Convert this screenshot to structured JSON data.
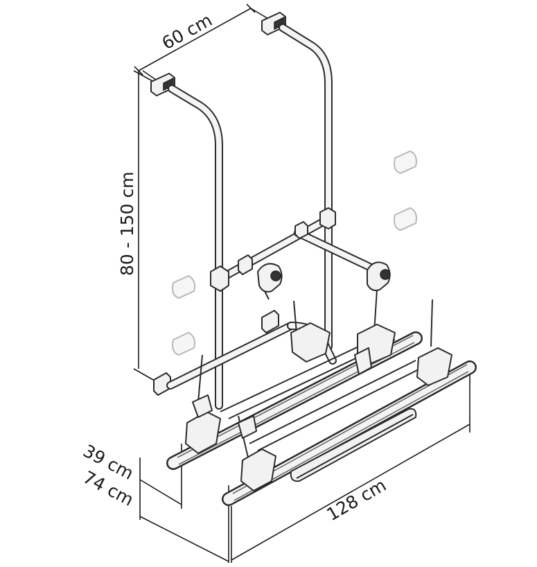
{
  "dimensions": {
    "width_top": "60 cm",
    "height": "80 - 150 cm",
    "depth_min": "39 cm",
    "depth_max": "74 cm",
    "length": "128 cm"
  },
  "colors": {
    "line": "#2a2a2a",
    "tube_fill": "#f4f4f4",
    "ghost": "#b8b8b8"
  },
  "icons": [
    "wall-bracket-icon",
    "bike-clamp-icon",
    "wheel-holder-icon"
  ]
}
